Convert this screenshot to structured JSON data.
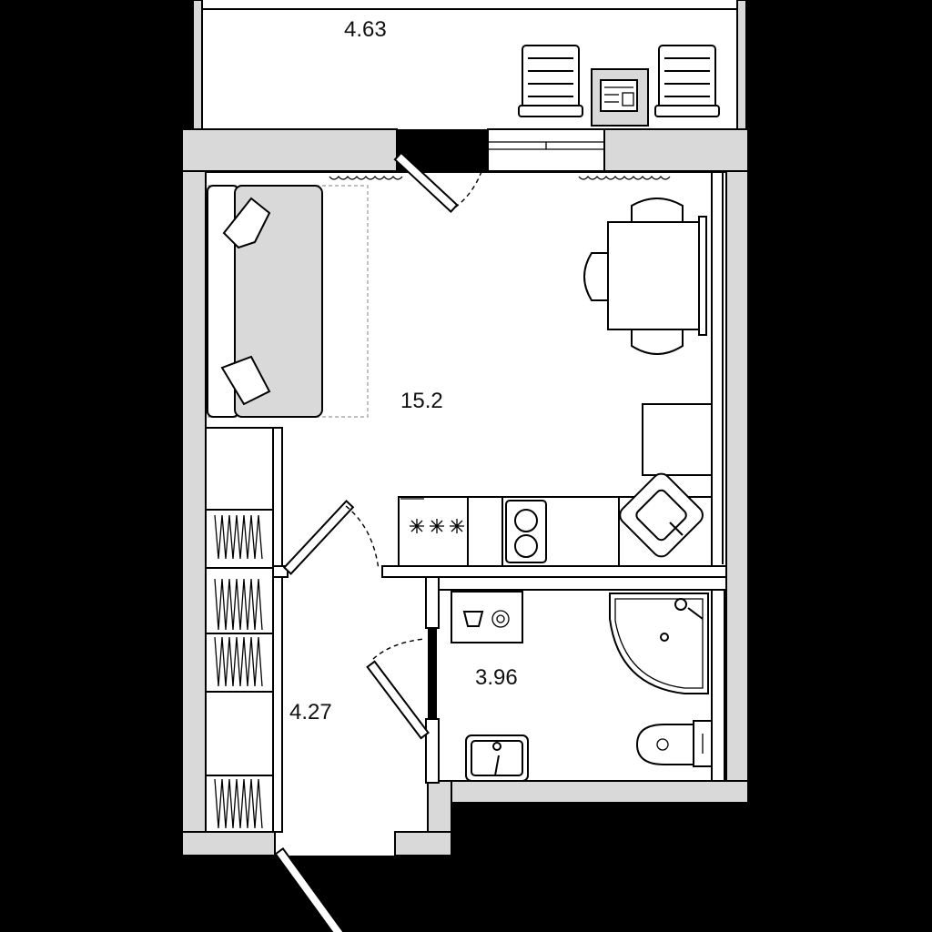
{
  "rooms": [
    {
      "id": "balcony",
      "area_label": "4.63"
    },
    {
      "id": "living",
      "area_label": "15.2"
    },
    {
      "id": "bathroom",
      "area_label": "3.96"
    },
    {
      "id": "hallway",
      "area_label": "4.27"
    }
  ],
  "colors": {
    "background": "#000000",
    "floor": "#ffffff",
    "wall": "#d9d9d9",
    "line": "#000000"
  },
  "icons": [
    "armchair-icon",
    "newspaper-icon",
    "sofa-icon",
    "pillow-icon",
    "dining-table-icon",
    "chair-icon",
    "stove-icon",
    "sink-icon",
    "washing-machine-icon",
    "shower-icon",
    "toilet-icon",
    "wardrobe-icon",
    "door-icon"
  ]
}
